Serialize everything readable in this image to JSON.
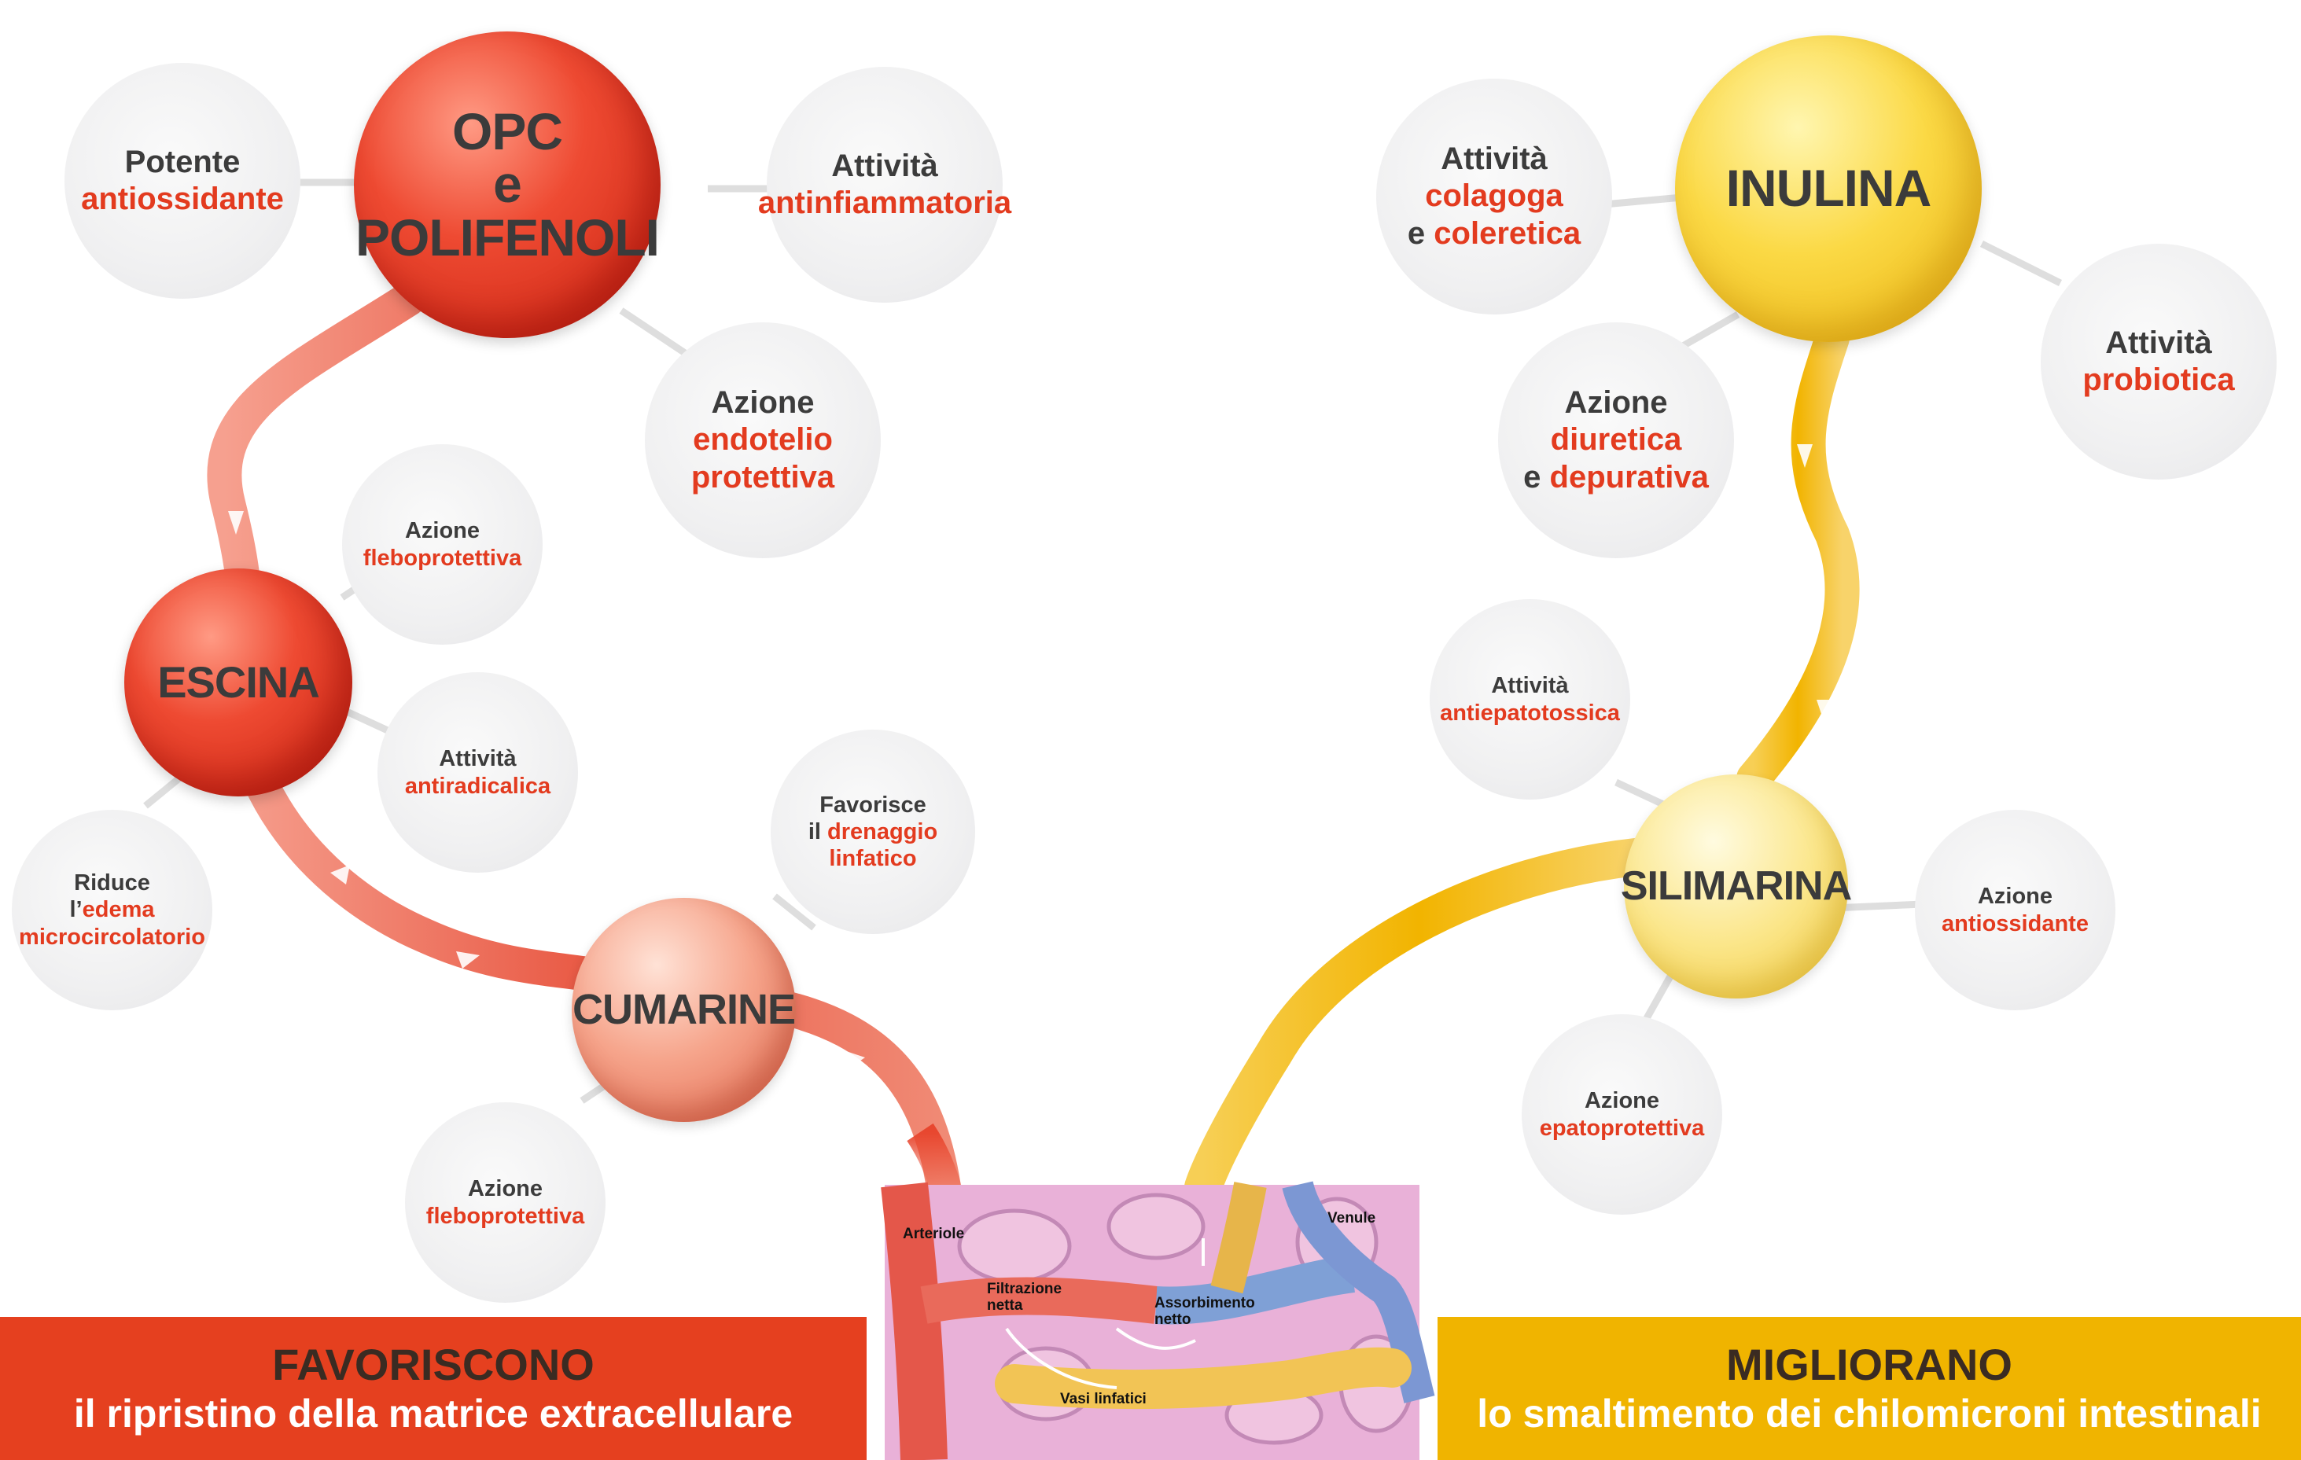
{
  "left_chain": {
    "opc": {
      "line1": "OPC",
      "line2": "e",
      "line3": "POLIFENOLI"
    },
    "escina": "ESCINA",
    "cumarine": "CUMARINE",
    "bubbles": {
      "potente": {
        "l1": "Potente",
        "l2": "antiossidante"
      },
      "antinfiammatoria": {
        "l1": "Attività",
        "l2": "antinfiammatoria"
      },
      "endotelio": {
        "l1": "Azione",
        "l2": "endotelio",
        "l3": "protettiva"
      },
      "flebo1": {
        "l1": "Azione",
        "l2": "fleboprotettiva"
      },
      "antiradicalica": {
        "l1": "Attività",
        "l2": "antiradicalica"
      },
      "edema": {
        "l1": "Riduce",
        "l2a": "l’",
        "l2b": "edema",
        "l3": "microcircolatorio"
      },
      "drenaggio": {
        "l1": "Favorisce",
        "l2a": "il ",
        "l2b": "drenaggio",
        "l3": "linfatico"
      },
      "flebo2": {
        "l1": "Azione",
        "l2": "fleboprotettiva"
      }
    }
  },
  "right_chain": {
    "inulina": "INULINA",
    "silimarina": "SILIMARINA",
    "bubbles": {
      "colagoga": {
        "l1": "Attività",
        "l2": "colagoga",
        "l3a": "e ",
        "l3b": "coleretica"
      },
      "probiotica": {
        "l1": "Attività",
        "l2": "probiotica"
      },
      "diuretica": {
        "l1": "Azione",
        "l2": "diuretica",
        "l3a": "e ",
        "l3b": "depurativa"
      },
      "antiepatotossica": {
        "l1": "Attività",
        "l2": "antiepatotossica"
      },
      "antiossidante": {
        "l1": "Azione",
        "l2": "antiossidante"
      },
      "epatoprotettiva": {
        "l1": "Azione",
        "l2": "epatoprotettiva"
      }
    }
  },
  "microcirculation": {
    "arteriole": "Arteriole",
    "filtrazione": "Filtrazione\nnetta",
    "assorbimento": "Assorbimento\nnetto",
    "venule": "Venule",
    "vasi": "Vasi linfatici"
  },
  "banner_left": {
    "title": "FAVORISCONO",
    "subtitle": "il ripristino della matrice extracellulare"
  },
  "banner_right": {
    "title": "MIGLIORANO",
    "subtitle": "lo smaltimento dei chilomicroni intestinali"
  },
  "colors": {
    "red": "#e33b1f",
    "yellow": "#f2b400",
    "dark_text": "#3c3c3c"
  }
}
